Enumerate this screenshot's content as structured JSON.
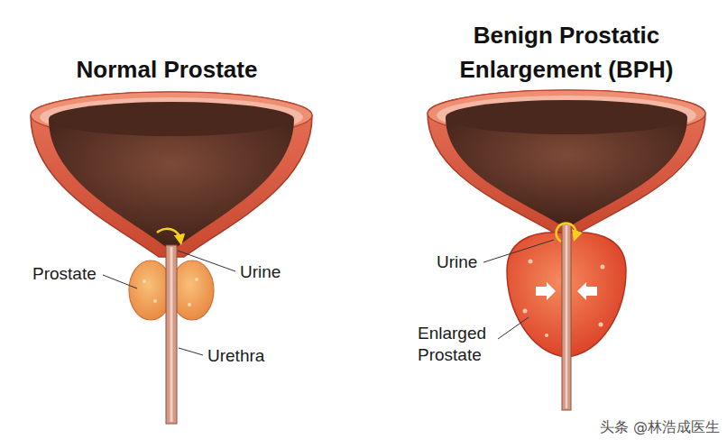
{
  "diagram": {
    "labels": [
      "Normal Prostate",
      "Benign Prostatic Enlargement (BPH)",
      "Prostate",
      "Urine",
      "Urethra",
      "Urine",
      "Enlarged Prostate",
      "头条 @林浩成医生"
    ]
  }
}
